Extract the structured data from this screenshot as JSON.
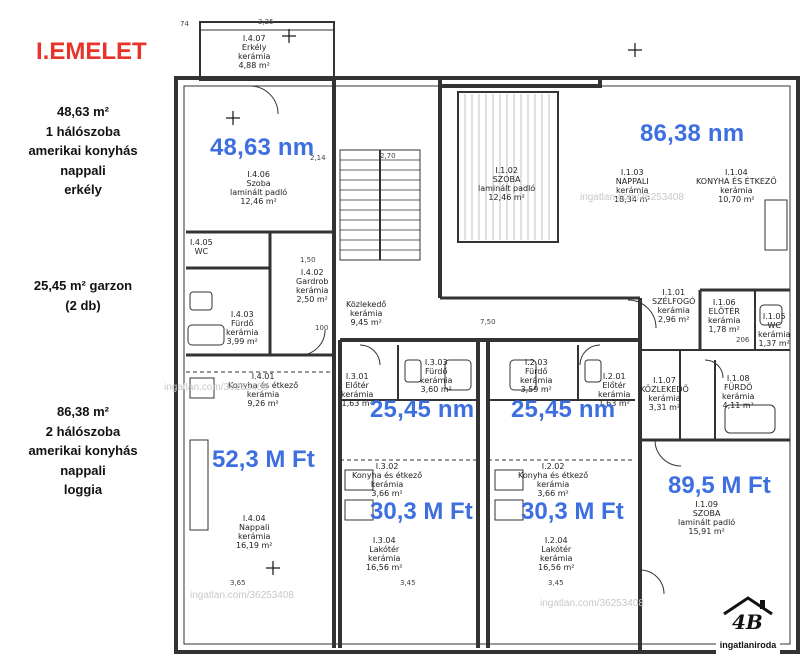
{
  "title": "I.EMELET",
  "specs": {
    "apt_small_line1": "48,63 m²",
    "apt_small_line2": "1 hálószoba",
    "apt_small_line3": "amerikai konyhás",
    "apt_small_line4": "nappali",
    "apt_small_line5": "erkély",
    "garzon_line1": "25,45 m² garzon",
    "garzon_line2": "(2 db)",
    "apt_big_line1": "86,38 m²",
    "apt_big_line2": "2 hálószoba",
    "apt_big_line3": "amerikai konyhás",
    "apt_big_line4": "nappali",
    "apt_big_line5": "loggia"
  },
  "overlays": {
    "area_left": "48,63 nm",
    "area_right": "86,38 nm",
    "area_garzon_a": "25,45 nm",
    "area_garzon_b": "25,45 nm",
    "price_left": "52,3 M Ft",
    "price_garzon_a": "30,3 M Ft",
    "price_garzon_b": "30,3 M Ft",
    "price_right": "89,5 M Ft"
  },
  "rooms": {
    "erkely": "I.4.07\nErkély\nkerámia\n4,88 m²",
    "szoba_406": "I.4.06\nSzoba\nlaminált padló\n12,46 m²",
    "wc_405": "I.4.05\nWC",
    "gardrob": "I.4.02\nGardrob\nkerámia\n2,50 m²",
    "furdo_403": "I.4.03\nFürdő\nkerámia\n3,99 m²",
    "konyha_401": "I.4.01\nKonyha és étkező\nkerámia\n9,26 m²",
    "nappali_404": "I.4.04\nNappali\nkerámia\n16,19 m²",
    "kozlekedo": "Közlekedő\nkerámia\n9,45 m²",
    "szoba_102": "I.1.02\nSZOBA\nlaminált padló\n12,46 m²",
    "nappali_103": "I.1.03\nNAPPALI\nkerámia\n18,34 m²",
    "konyha_104": "I.1.04\nKONYHA ÉS ÉTKEZŐ\nkerámia\n10,70 m²",
    "szelfogo": "I.1.01\nSZÉLFOGÓ\nkerámia\n2,96 m²",
    "eloter_106": "I.1.06\nELŐTÉR\nkerámia\n1,78 m²",
    "wc_105": "I.1.05\nWC\nkerámia\n1,37 m²",
    "kozlekedo_107": "I.1.07\nKÖZLEKEDŐ\nkerámia\n3,31 m²",
    "furdo_108": "I.1.08\nFÜRDŐ\nkerámia\n4,11 m²",
    "szoba_109": "I.1.09\nSZOBA\nlaminált padló\n15,91 m²",
    "eloter_301": "I.3.01\nElőtér\nkerámia\n1,63 m²",
    "furdo_303": "I.3.03\nFürdő\nkerámia\n3,60 m²",
    "konyha_302": "I.3.02\nKonyha és étkező\nkerámia\n3,66 m²",
    "lakoter_304": "I.3.04\nLakótér\nkerámia\n16,56 m²",
    "furdo_203": "I.2.03\nFürdő\nkerámia\n3,59 m²",
    "eloter_201": "I.2.01\nElőtér\nkerámia\n1,63 m²",
    "konyha_202": "I.2.02\nKonyha és étkező\nkerámia\n3,66 m²",
    "lakoter_204": "I.2.04\nLakótér\nkerámia\n16,56 m²"
  },
  "watermarks": {
    "wm1": "ingatlan.com/36253408",
    "wm2": "ingatlan.com/36253408",
    "wm3": "ingatlan.com/36253408",
    "wm4": "ingatlan.com/36253408"
  },
  "logo": {
    "mark": "4B",
    "name": "ingatlaniroda"
  },
  "colors": {
    "title_red": "#e8332a",
    "overlay_blue": "#3d6fe0",
    "wall": "#333333"
  }
}
